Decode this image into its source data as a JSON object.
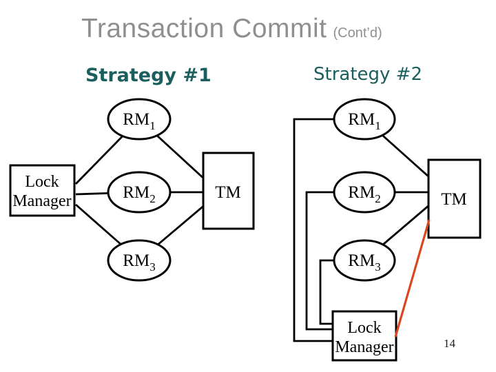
{
  "slide": {
    "title": "Transaction Commit",
    "title_suffix": "(Cont’d)",
    "page_number": "14"
  },
  "colors": {
    "title_gray": "#8f8f8f",
    "heading_teal": "#1b5e5e",
    "diagram_black": "#000000",
    "highlight_orange": "#d9481c"
  },
  "strategy1": {
    "heading": "Strategy #1",
    "nodes": {
      "lock_manager": {
        "line1": "Lock",
        "line2": "Manager"
      },
      "tm": "TM",
      "rm1": {
        "base": "RM",
        "sub": "1"
      },
      "rm2": {
        "base": "RM",
        "sub": "2"
      },
      "rm3": {
        "base": "RM",
        "sub": "3"
      }
    }
  },
  "strategy2": {
    "heading": "Strategy #2",
    "nodes": {
      "lock_manager": {
        "line1": "Lock",
        "line2": "Manager"
      },
      "tm": "TM",
      "rm1": {
        "base": "RM",
        "sub": "1"
      },
      "rm2": {
        "base": "RM",
        "sub": "2"
      },
      "rm3": {
        "base": "RM",
        "sub": "3"
      }
    }
  }
}
